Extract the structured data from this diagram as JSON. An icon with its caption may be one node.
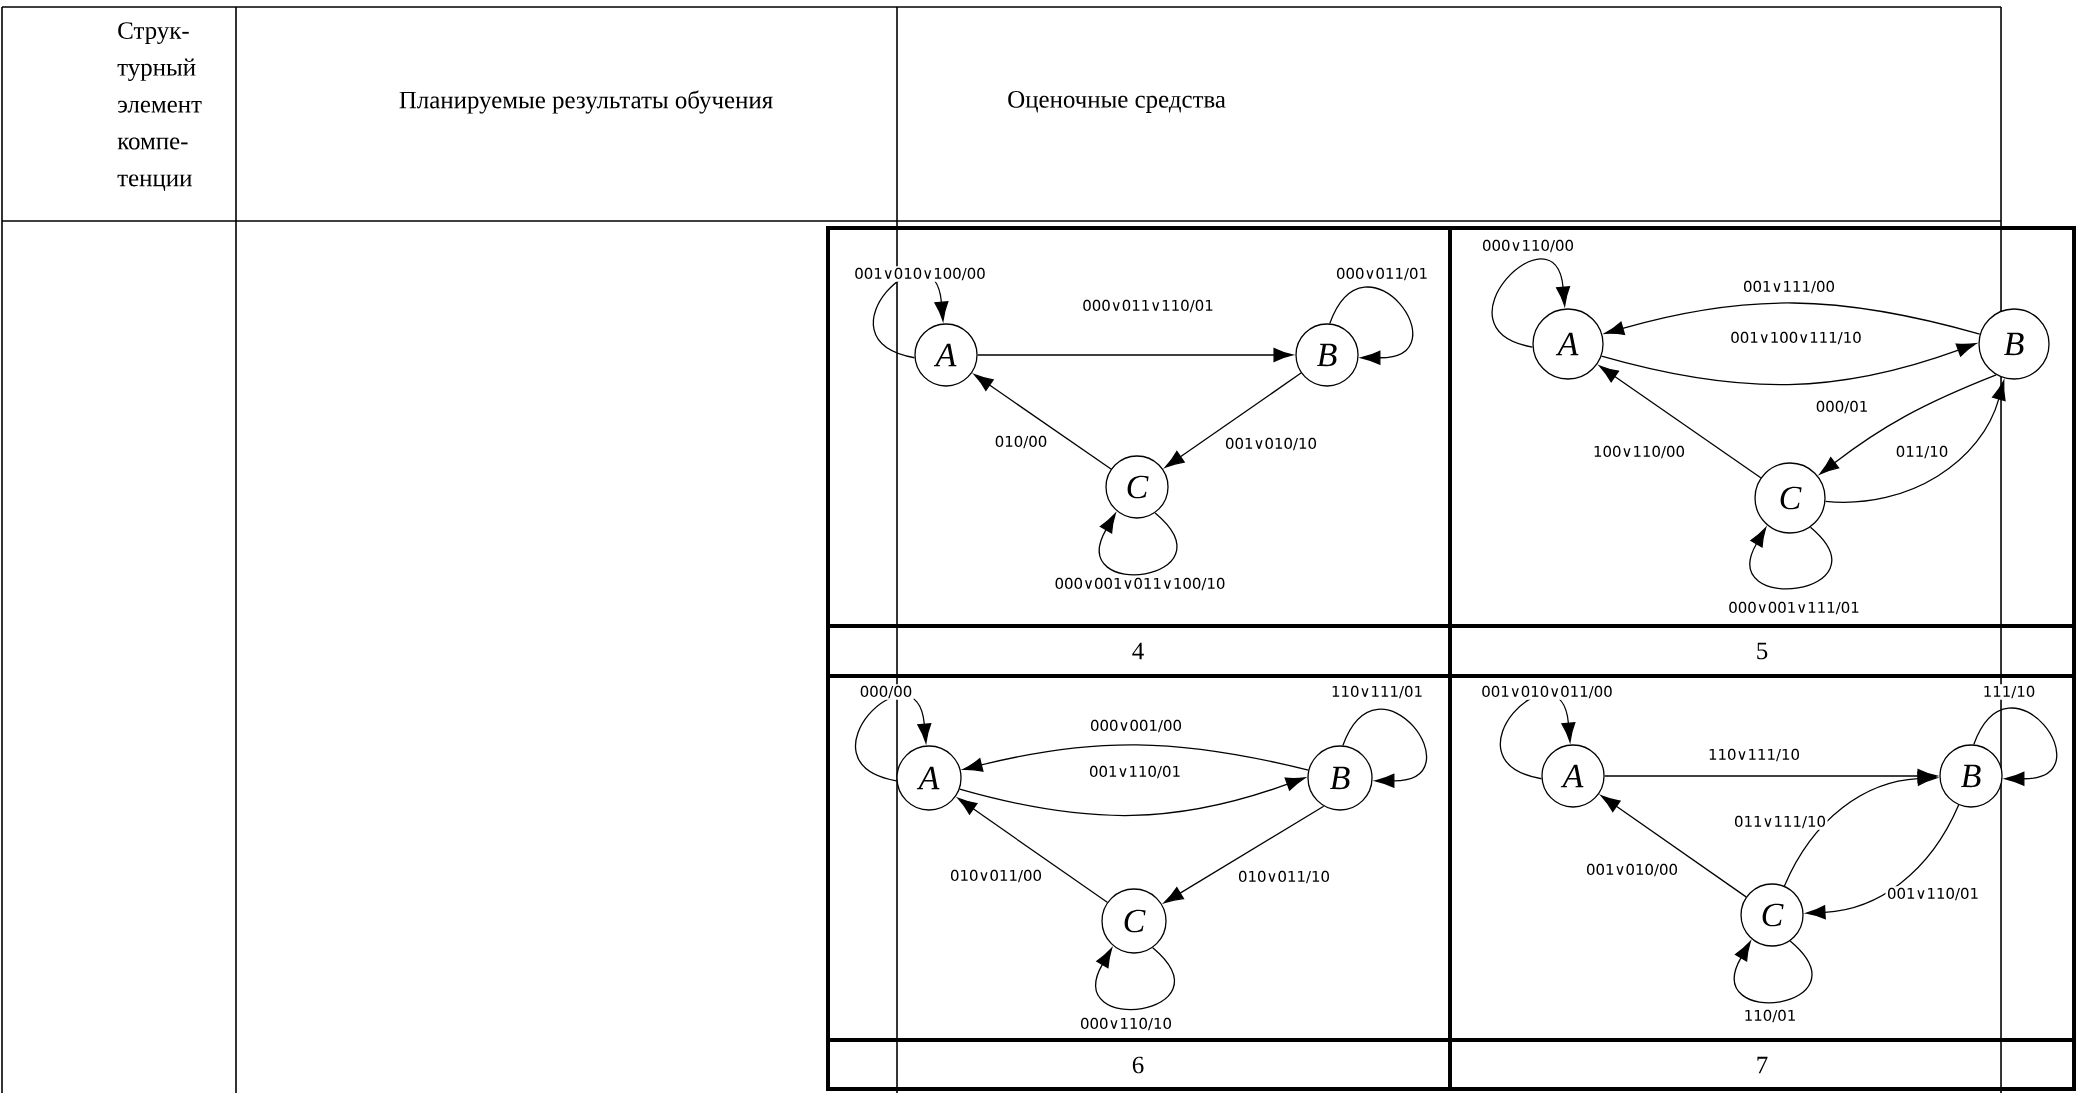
{
  "diagram": {
    "nodes": [
      {
        "text": [
          "A"
        ]
      },
      {
        "text": [
          "B"
        ]
      },
      {
        "text": [
          "C"
        ]
      },
      {
        "text": [
          "A"
        ]
      },
      {
        "text": [
          "B"
        ]
      },
      {
        "text": [
          "C"
        ]
      },
      {
        "text": [
          "A"
        ]
      },
      {
        "text": [
          "B"
        ]
      },
      {
        "text": [
          "C"
        ]
      },
      {
        "text": [
          "A"
        ]
      },
      {
        "text": [
          "B"
        ]
      },
      {
        "text": [
          "C"
        ]
      }
    ],
    "edges": [
      {
        "from": 0,
        "to": 0,
        "arrow": "to",
        "label": "001∨010∨100/00"
      },
      {
        "from": 0,
        "to": 1,
        "arrow": "to",
        "label": "000∨011∨110/01"
      },
      {
        "from": 1,
        "to": 1,
        "arrow": "to",
        "label": "000∨011/01"
      },
      {
        "from": 1,
        "to": 2,
        "arrow": "to",
        "label": "001∨010/10"
      },
      {
        "from": 2,
        "to": 0,
        "arrow": "to",
        "label": "010/00"
      },
      {
        "from": 2,
        "to": 2,
        "arrow": "to",
        "label": "000∨001∨011∨100/10"
      },
      {
        "from": 3,
        "to": 3,
        "arrow": "to",
        "label": "000∨110/00"
      },
      {
        "from": 4,
        "to": 3,
        "arrow": "to",
        "label": "001∨111/00"
      },
      {
        "from": 3,
        "to": 4,
        "arrow": "to",
        "label": "001∨100∨111/10"
      },
      {
        "from": 4,
        "to": 5,
        "arrow": "to",
        "label": "000/01"
      },
      {
        "from": 5,
        "to": 4,
        "arrow": "to",
        "label": "011/10"
      },
      {
        "from": 5,
        "to": 3,
        "arrow": "to",
        "label": "100∨110/00"
      },
      {
        "from": 5,
        "to": 5,
        "arrow": "to",
        "label": "000∨001∨111/01"
      },
      {
        "from": 6,
        "to": 6,
        "arrow": "to",
        "label": "000/00"
      },
      {
        "from": 7,
        "to": 7,
        "arrow": "to",
        "label": "110∨111/01"
      },
      {
        "from": 7,
        "to": 6,
        "arrow": "to",
        "label": "000∨001/00"
      },
      {
        "from": 6,
        "to": 7,
        "arrow": "to",
        "label": "001∨110/01"
      },
      {
        "from": 8,
        "to": 6,
        "arrow": "to",
        "label": "010∨011/00"
      },
      {
        "from": 7,
        "to": 8,
        "arrow": "to",
        "label": "010∨011/10"
      },
      {
        "from": 8,
        "to": 8,
        "arrow": "to",
        "label": "000∨110/10"
      },
      {
        "from": 9,
        "to": 9,
        "arrow": "to",
        "label": "001∨010∨011/00"
      },
      {
        "from": 10,
        "to": 10,
        "arrow": "to",
        "label": "111/10"
      },
      {
        "from": 9,
        "to": 10,
        "arrow": "to",
        "label": "110∨111/10"
      },
      {
        "from": 11,
        "to": 10,
        "arrow": "to",
        "label": "011∨111/10"
      },
      {
        "from": 11,
        "to": 9,
        "arrow": "to",
        "label": "001∨010/00"
      },
      {
        "from": 10,
        "to": 11,
        "arrow": "to",
        "label": "001∨110/01"
      },
      {
        "from": 11,
        "to": 11,
        "arrow": "to",
        "label": "110/01"
      }
    ],
    "labels": [
      "Струк-турный элемент компе-тенции",
      "Планируемые результаты обучения",
      "Оценочные средства",
      "4",
      "5",
      "6",
      "7"
    ]
  }
}
